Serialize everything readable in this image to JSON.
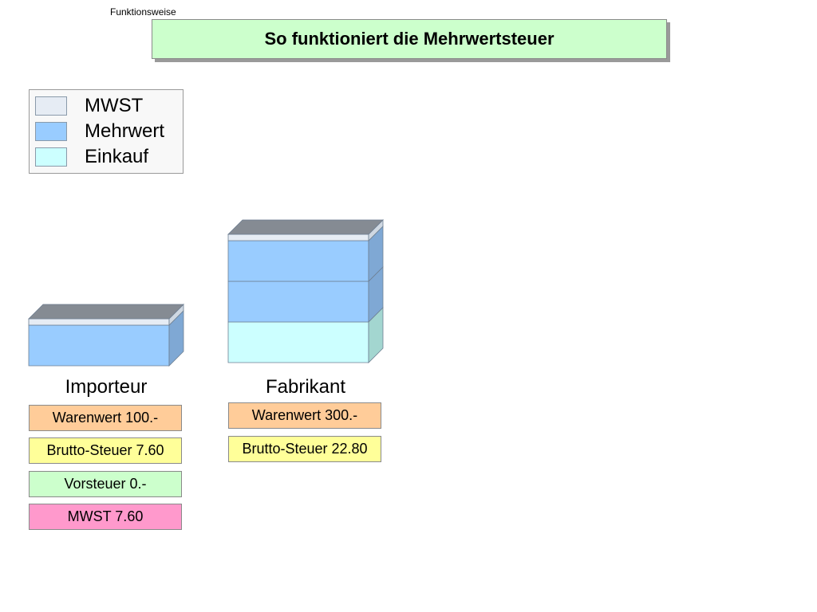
{
  "header": {
    "kicker": "Funktionsweise",
    "title": "So funktioniert die Mehrwertsteuer"
  },
  "legend": {
    "items": [
      {
        "label": "MWST",
        "color": "#e6ecf4"
      },
      {
        "label": "Mehrwert",
        "color": "#99ccff"
      },
      {
        "label": "Einkauf",
        "color": "#ccffff"
      }
    ]
  },
  "colors": {
    "mehrwert": "#99ccff",
    "mehrwert_side": "#7fa8d4",
    "einkauf": "#ccffff",
    "einkauf_side": "#a3d6d0",
    "mwst_layer": "#e6ecf4",
    "lid": "#858b93",
    "warenwert": "#ffcc99",
    "brutto": "#ffff99",
    "vorsteuer": "#ccffcc",
    "mwst_box": "#ff99cc"
  },
  "columns": [
    {
      "label": "Importeur",
      "blocks": [
        "Mehrwert"
      ],
      "boxes": [
        {
          "kind": "warenwert",
          "text": "Warenwert 100.-"
        },
        {
          "kind": "brutto",
          "text": "Brutto-Steuer 7.60"
        },
        {
          "kind": "vorsteuer",
          "text": "Vorsteuer 0.-"
        },
        {
          "kind": "mwst_box",
          "text": "MWST 7.60"
        }
      ]
    },
    {
      "label": "Fabrikant",
      "blocks": [
        "Einkauf",
        "Mehrwert",
        "Mehrwert"
      ],
      "boxes": [
        {
          "kind": "warenwert",
          "text": "Warenwert 300.-"
        },
        {
          "kind": "brutto",
          "text": "Brutto-Steuer 22.80"
        }
      ]
    }
  ]
}
